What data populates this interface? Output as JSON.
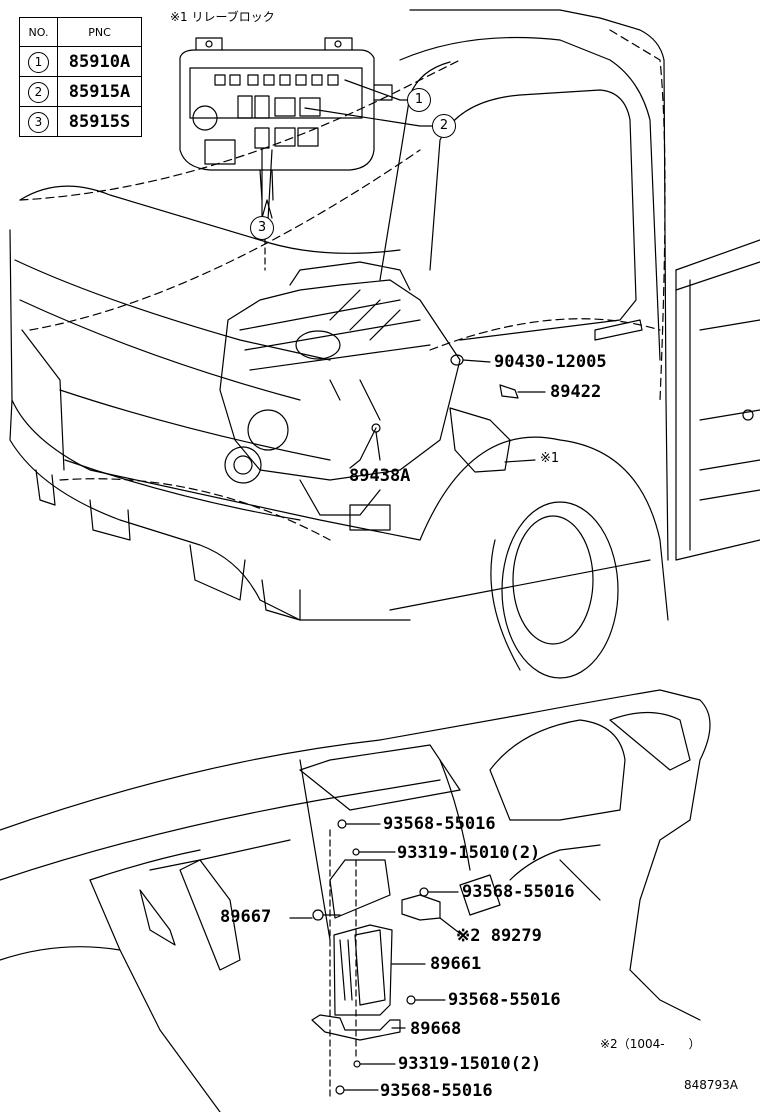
{
  "relay_block_title": "※1 リレーブロック",
  "table": {
    "headers": [
      "NO.",
      "PNC"
    ],
    "rows": [
      {
        "no": "1",
        "pnc": "85910A"
      },
      {
        "no": "2",
        "pnc": "85915A"
      },
      {
        "no": "3",
        "pnc": "85915S"
      }
    ]
  },
  "callouts": [
    "1",
    "2",
    "3"
  ],
  "part_labels": {
    "p90430": "90430-12005",
    "p89422": "89422",
    "p89438a": "89438A",
    "ref1": "※1",
    "p93568_a": "93568-55016",
    "p93319_a": "93319-15010(2)",
    "p93568_b": "93568-55016",
    "p89667": "89667",
    "p89279": "※2 89279",
    "p89661": "89661",
    "p93568_c": "93568-55016",
    "p89668": "89668",
    "p93319_b": "93319-15010(2)",
    "p93568_d": "93568-55016"
  },
  "footnote": "※2（1004-　　）",
  "diagram_code": "848793A"
}
